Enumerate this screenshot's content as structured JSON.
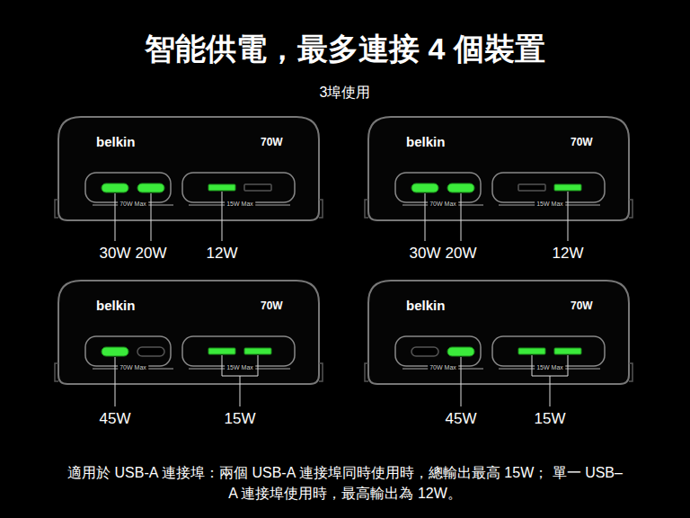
{
  "diagram": {
    "title": "智能供電，最多連接 4 個裝置",
    "caption": "適用於 USB-A 連接埠：兩個 USB-A 連接埠同時使用時，總輸出最高 15W； 單一 USB–A 連接埠使用時，最高輸出為 12W。",
    "nodes": [
      {
        "text": [
          "belkin",
          "70W",
          "70W Max",
          "15W Max"
        ]
      },
      {
        "text": [
          "belkin",
          "70W",
          "70W Max",
          "15W Max"
        ]
      },
      {
        "text": [
          "belkin",
          "70W",
          "70W Max",
          "15W Max"
        ]
      },
      {
        "text": [
          "belkin",
          "70W",
          "70W Max",
          "15W Max"
        ]
      }
    ],
    "labels": [
      "3埠使用",
      "30W",
      "20W",
      "12W",
      "30W",
      "20W",
      "12W",
      "45W",
      "15W",
      "45W",
      "15W"
    ]
  }
}
